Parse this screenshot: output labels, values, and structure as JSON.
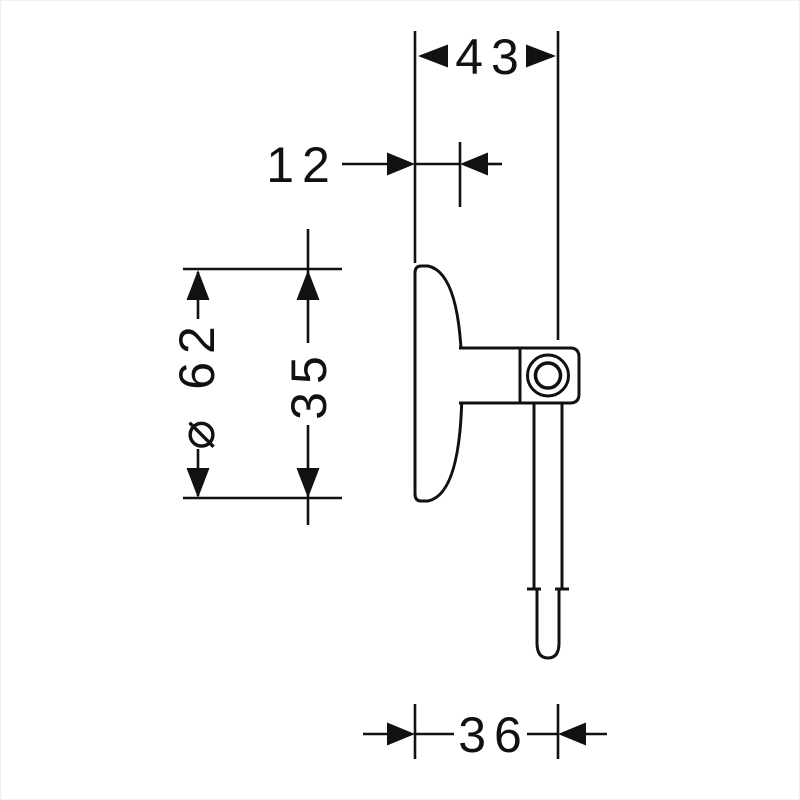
{
  "drawing": {
    "background_color": "#ffffff",
    "line_color": "#111111",
    "dimensions": {
      "overall_depth": {
        "label": "43"
      },
      "plate_thickness": {
        "label": "12"
      },
      "plate_diameter": {
        "label": "⌀ 62"
      },
      "vertical_offset": {
        "label": "35"
      },
      "bottom_reach": {
        "label": "36"
      }
    }
  }
}
